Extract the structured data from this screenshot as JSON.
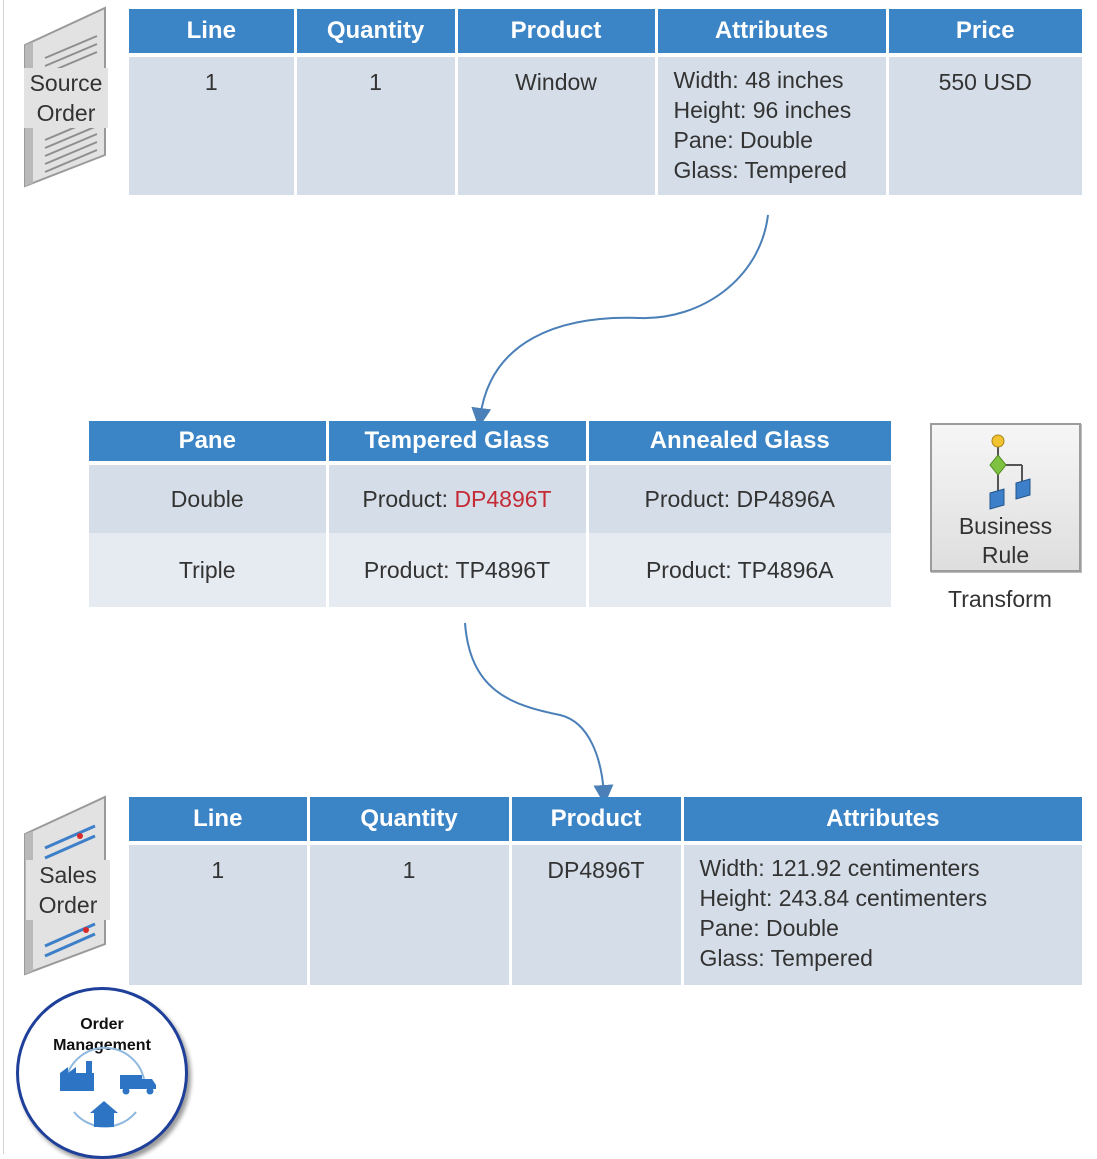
{
  "source_order": {
    "label_line1": "Source",
    "label_line2": "Order",
    "headers": [
      "Line",
      "Quantity",
      "Product",
      "Attributes",
      "Price"
    ],
    "row": {
      "line": "1",
      "quantity": "1",
      "product": "Window",
      "attributes": [
        "Width: 48 inches",
        "Height: 96 inches",
        "Pane: Double",
        "Glass: Tempered"
      ],
      "price": "550 USD"
    }
  },
  "rule_table": {
    "headers": [
      "Pane",
      "Tempered Glass",
      "Annealed Glass"
    ],
    "product_prefix": "Product:",
    "rows": [
      {
        "pane": "Double",
        "tempered": "DP4896T",
        "annealed": "DP4896A"
      },
      {
        "pane": "Triple",
        "tempered": "TP4896T",
        "annealed": "TP4896A"
      }
    ]
  },
  "business_rule": {
    "line1": "Business",
    "line2": "Rule",
    "caption": "Transform"
  },
  "sales_order": {
    "label_line1": "Sales",
    "label_line2": "Order",
    "headers": [
      "Line",
      "Quantity",
      "Product",
      "Attributes"
    ],
    "row": {
      "line": "1",
      "quantity": "1",
      "product": "DP4896T",
      "attributes": [
        "Width: 121.92 centimenters",
        "Height: 243.84 centimenters",
        "Pane: Double",
        "Glass: Tempered"
      ]
    }
  },
  "order_management": {
    "line1": "Order",
    "line2": "Management"
  },
  "colors": {
    "header_blue": "#3b84c6",
    "cell_fill": "#d5dee8",
    "highlight_red": "#c42b36",
    "connector_blue": "#4a7fb8"
  }
}
